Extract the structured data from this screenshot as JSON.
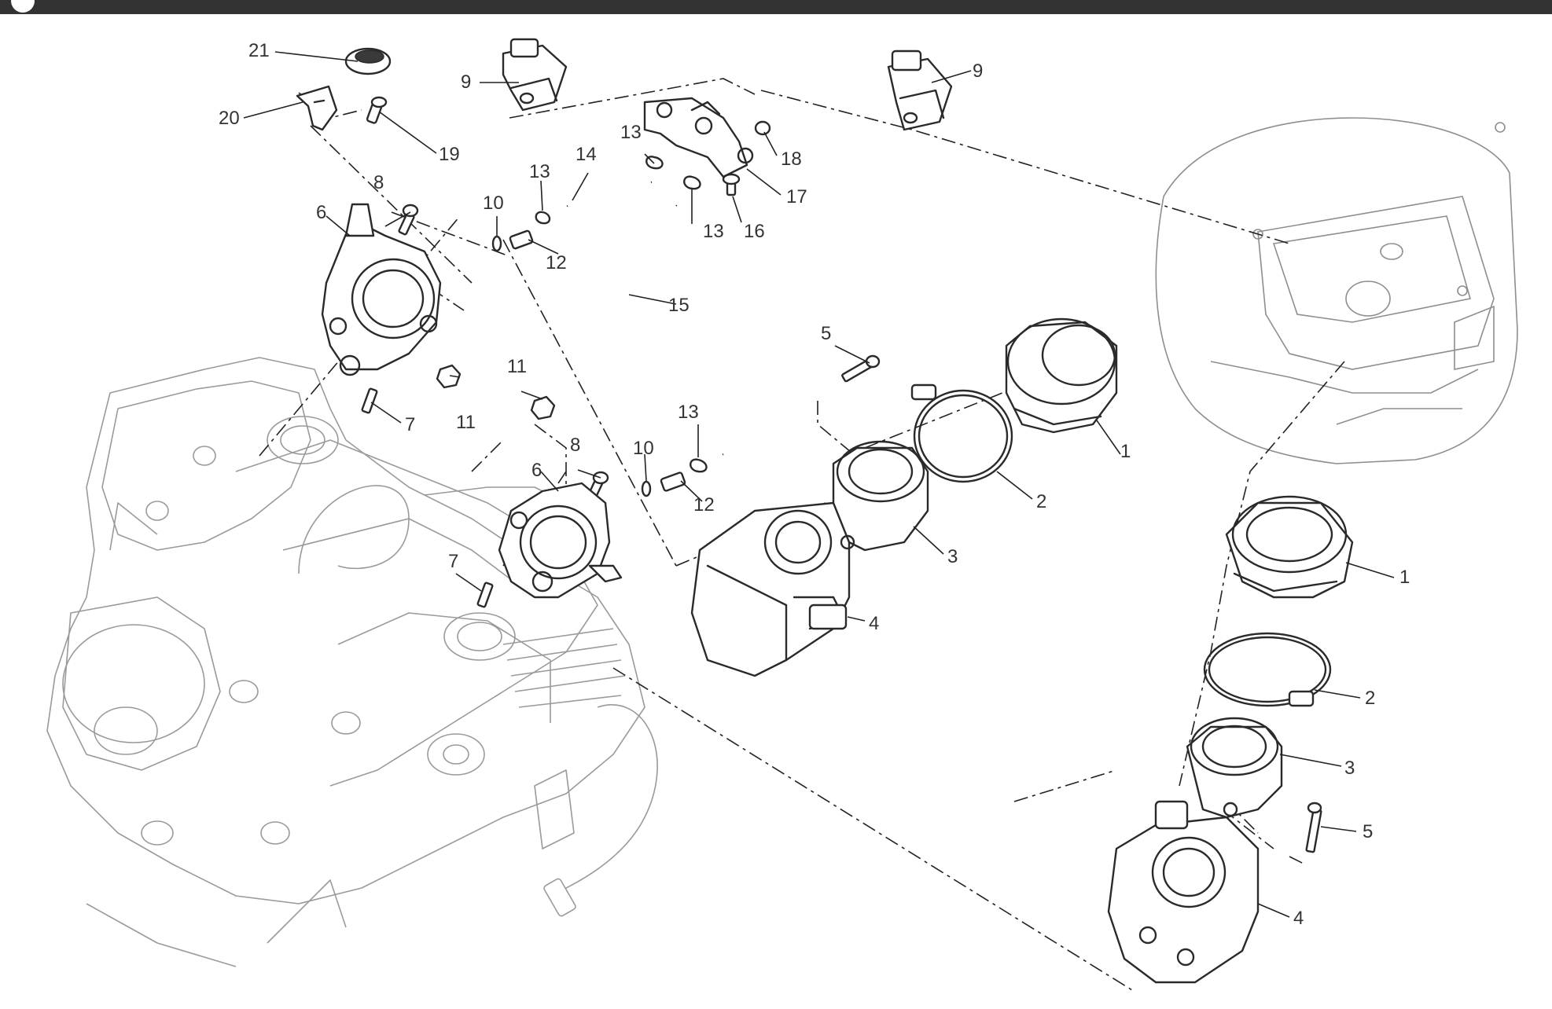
{
  "callouts": [
    {
      "id": "c1a",
      "text": "1"
    },
    {
      "id": "c1b",
      "text": "1"
    },
    {
      "id": "c2a",
      "text": "2"
    },
    {
      "id": "c2b",
      "text": "2"
    },
    {
      "id": "c3a",
      "text": "3"
    },
    {
      "id": "c3b",
      "text": "3"
    },
    {
      "id": "c4a",
      "text": "4"
    },
    {
      "id": "c4b",
      "text": "4"
    },
    {
      "id": "c5a",
      "text": "5"
    },
    {
      "id": "c5b",
      "text": "5"
    },
    {
      "id": "c6a",
      "text": "6"
    },
    {
      "id": "c6b",
      "text": "6"
    },
    {
      "id": "c7a",
      "text": "7"
    },
    {
      "id": "c7b",
      "text": "7"
    },
    {
      "id": "c8a",
      "text": "8"
    },
    {
      "id": "c8b",
      "text": "8"
    },
    {
      "id": "c9a",
      "text": "9"
    },
    {
      "id": "c9b",
      "text": "9"
    },
    {
      "id": "c10a",
      "text": "10"
    },
    {
      "id": "c10b",
      "text": "10"
    },
    {
      "id": "c11a",
      "text": "11"
    },
    {
      "id": "c11b",
      "text": "11"
    },
    {
      "id": "c12a",
      "text": "12"
    },
    {
      "id": "c12b",
      "text": "12"
    },
    {
      "id": "c13a",
      "text": "13"
    },
    {
      "id": "c13b",
      "text": "13"
    },
    {
      "id": "c13c",
      "text": "13"
    },
    {
      "id": "c13d",
      "text": "13"
    },
    {
      "id": "c14",
      "text": "14"
    },
    {
      "id": "c15",
      "text": "15"
    },
    {
      "id": "c16",
      "text": "16"
    },
    {
      "id": "c17",
      "text": "17"
    },
    {
      "id": "c18",
      "text": "18"
    },
    {
      "id": "c19",
      "text": "19"
    },
    {
      "id": "c20",
      "text": "20"
    },
    {
      "id": "c21",
      "text": "21"
    }
  ]
}
